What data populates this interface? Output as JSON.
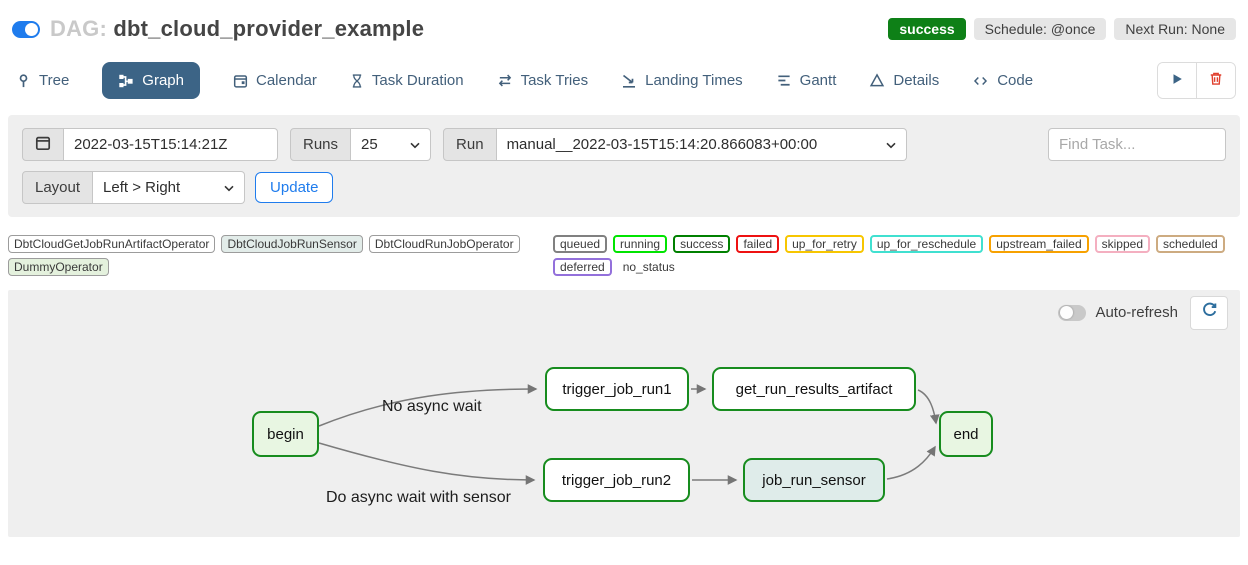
{
  "header": {
    "dag_prefix": "DAG:",
    "dag_title": "dbt_cloud_provider_example",
    "status_badge": "success",
    "schedule_badge": "Schedule: @once",
    "next_run_badge": "Next Run: None"
  },
  "tabs": [
    {
      "label": "Tree",
      "icon": "tree-pin-icon",
      "active": false
    },
    {
      "label": "Graph",
      "icon": "graph-icon",
      "active": true
    },
    {
      "label": "Calendar",
      "icon": "calendar-icon",
      "active": false
    },
    {
      "label": "Task Duration",
      "icon": "hourglass-icon",
      "active": false
    },
    {
      "label": "Task Tries",
      "icon": "repeat-icon",
      "active": false
    },
    {
      "label": "Landing Times",
      "icon": "plane-landing-icon",
      "active": false
    },
    {
      "label": "Gantt",
      "icon": "gantt-bars-icon",
      "active": false
    },
    {
      "label": "Details",
      "icon": "triangle-icon",
      "active": false
    },
    {
      "label": "Code",
      "icon": "code-icon",
      "active": false
    }
  ],
  "actions": {
    "play": "play-icon",
    "delete": "trash-icon"
  },
  "filters": {
    "date_value": "2022-03-15T15:14:21Z",
    "runs_label": "Runs",
    "runs_value": "25",
    "run_label": "Run",
    "run_value": "manual__2022-03-15T15:14:20.866083+00:00",
    "find_task_placeholder": "Find Task...",
    "layout_label": "Layout",
    "layout_value": "Left > Right",
    "update_label": "Update"
  },
  "legend": {
    "operators": [
      {
        "label": "DbtCloudGetJobRunArtifactOperator",
        "bg": "#ffffff"
      },
      {
        "label": "DbtCloudJobRunSensor",
        "bg": "#e2ece9"
      },
      {
        "label": "DbtCloudRunJobOperator",
        "bg": "#ffffff"
      },
      {
        "label": "DummyOperator",
        "bg": "#e4f1dd"
      }
    ],
    "statuses": [
      {
        "label": "queued",
        "border": "#808080"
      },
      {
        "label": "running",
        "border": "#00e400"
      },
      {
        "label": "success",
        "border": "#008000"
      },
      {
        "label": "failed",
        "border": "#ee1111"
      },
      {
        "label": "up_for_retry",
        "border": "#f7c600"
      },
      {
        "label": "up_for_reschedule",
        "border": "#40e0d0"
      },
      {
        "label": "upstream_failed",
        "border": "#f7a100"
      },
      {
        "label": "skipped",
        "border": "#f4afc0"
      },
      {
        "label": "scheduled",
        "border": "#cdab81"
      },
      {
        "label": "deferred",
        "border": "#9370db"
      },
      {
        "label": "no_status",
        "border": "none"
      }
    ]
  },
  "graph": {
    "auto_refresh_label": "Auto-refresh",
    "node_border_color": "#178c1e",
    "nodes": [
      {
        "id": "begin",
        "label": "begin",
        "fill": "#e8f6e2"
      },
      {
        "id": "trigger_job_run1",
        "label": "trigger_job_run1",
        "fill": "#ffffff"
      },
      {
        "id": "get_run_results_artifact",
        "label": "get_run_results_artifact",
        "fill": "#ffffff"
      },
      {
        "id": "trigger_job_run2",
        "label": "trigger_job_run2",
        "fill": "#ffffff"
      },
      {
        "id": "job_run_sensor",
        "label": "job_run_sensor",
        "fill": "#dfecea"
      },
      {
        "id": "end",
        "label": "end",
        "fill": "#e8f6e2"
      }
    ],
    "edges": [
      {
        "from": "begin",
        "to": "trigger_job_run1",
        "label": "No async wait"
      },
      {
        "from": "begin",
        "to": "trigger_job_run2",
        "label": "Do async wait with sensor"
      },
      {
        "from": "trigger_job_run1",
        "to": "get_run_results_artifact",
        "label": ""
      },
      {
        "from": "get_run_results_artifact",
        "to": "end",
        "label": ""
      },
      {
        "from": "trigger_job_run2",
        "to": "job_run_sensor",
        "label": ""
      },
      {
        "from": "job_run_sensor",
        "to": "end",
        "label": ""
      }
    ]
  },
  "colors": {
    "accent_blue": "#1f7ced",
    "active_tab": "#3c6486",
    "success_green": "#0e8017",
    "panel_gray": "#efefef",
    "edge_gray": "#757575",
    "trash_red": "#e0402e"
  }
}
